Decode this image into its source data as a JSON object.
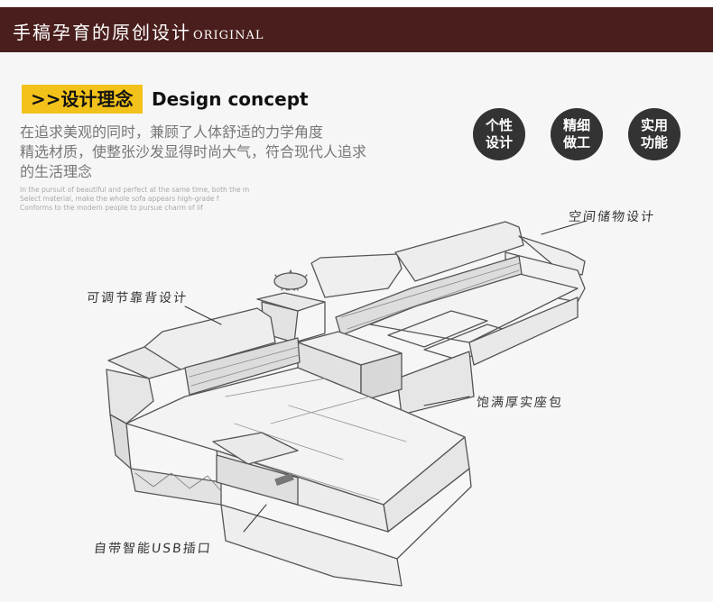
{
  "header": {
    "title": "手稿孕育的原创设计",
    "subtitle": "ORIGINAL"
  },
  "concept": {
    "badge": ">>设计理念",
    "heading_en": "Design concept",
    "lines_zh": [
      "在追求美观的同时，兼顾了人体舒适的力学角度",
      "精选材质，使整张沙发显得时尚大气，符合现代人追求",
      "的生活理念"
    ],
    "lines_en": [
      "In the pursuit of beautiful and perfect at the same time, both the m",
      "Select material, make the whole sofa appears high-grade f",
      "Conforms to the modern people to pursue charm of lif"
    ]
  },
  "features": [
    {
      "line1": "个性",
      "line2": "设计"
    },
    {
      "line1": "精细",
      "line2": "做工"
    },
    {
      "line1": "实用",
      "line2": "功能"
    }
  ],
  "annotations": {
    "storage": "空间储物设计",
    "backrest": "可调节靠背设计",
    "cushion": "饱满厚实座包",
    "usb": "自带智能USB插口"
  },
  "colors": {
    "header_bg": "#4a1e1c",
    "badge_bg": "#f2c21a",
    "feature_bg": "#333333"
  }
}
